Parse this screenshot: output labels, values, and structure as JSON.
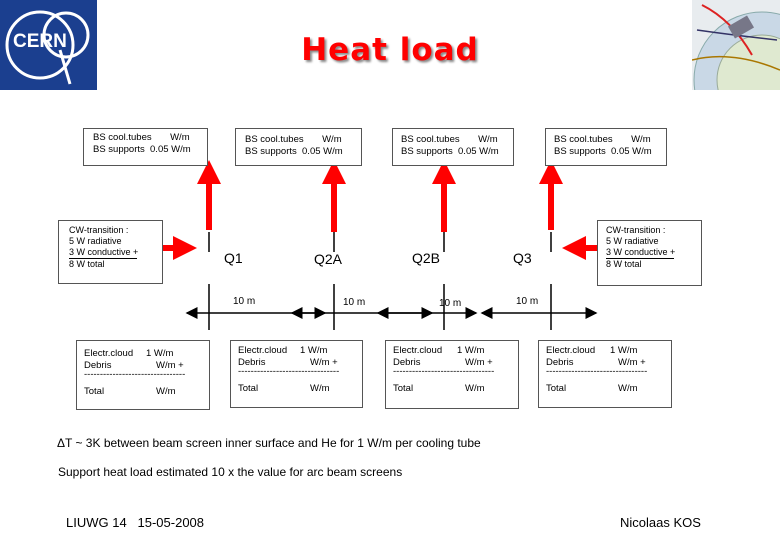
{
  "slide": {
    "title": "Heat load",
    "logo_text": "CERN",
    "heat_boxes": [
      {
        "line1": "BS cool.tubes       W/m",
        "line2": "BS supports  0.05 W/m"
      },
      {
        "line1": "BS cool.tubes       W/m",
        "line2": "BS supports  0.05 W/m"
      },
      {
        "line1": "BS cool.tubes       W/m",
        "line2": "BS supports  0.05 W/m"
      },
      {
        "line1": "BS cool.tubes       W/m",
        "line2": "BS supports  0.05 W/m"
      }
    ],
    "cw_left": {
      "l1": "CW-transition :",
      "l2": "5 W radiative",
      "l3": "3 W conductive +",
      "l4": "8 W total"
    },
    "cw_right": {
      "l1": "CW-transition :",
      "l2": "5 W radiative",
      "l3": "3 W conductive +",
      "l4": "8 W total"
    },
    "magnets": [
      "Q1",
      "Q2A",
      "Q2B",
      "Q3"
    ],
    "lengths": [
      "10 m",
      "10 m",
      "10 m",
      "10 m"
    ],
    "cloud_boxes": [
      {
        "a": "Electr.cloud",
        "b": "1 W/m",
        "c": "Debris",
        "d": "W/m +",
        "sep": "--------------------------------",
        "e": "Total",
        "f": "W/m"
      },
      {
        "a": "Electr.cloud",
        "b": "1 W/m",
        "c": "Debris",
        "d": "W/m +",
        "sep": "--------------------------------",
        "e": "Total",
        "f": "W/m"
      },
      {
        "a": "Electr.cloud",
        "b": "1 W/m",
        "c": "Debris",
        "d": "W/m +",
        "sep": "--------------------------------",
        "e": "Total",
        "f": "W/m"
      },
      {
        "a": "Electr.cloud",
        "b": "1 W/m",
        "c": "Debris",
        "d": "W/m +",
        "sep": "--------------------------------",
        "e": "Total",
        "f": "W/m"
      }
    ],
    "note1": "ΔT ~ 3K between beam screen inner surface and He for 1 W/m per cooling tube",
    "note2": "Support heat load estimated 10 x the value for arc beam screens",
    "footer_left": "LIUWG 14   15-05-2008",
    "footer_right": "Nicolaas KOS",
    "colors": {
      "arrow": "#ff0000",
      "title": "#ff0000",
      "logo": "#1b3f8f",
      "line": "#000000"
    }
  }
}
